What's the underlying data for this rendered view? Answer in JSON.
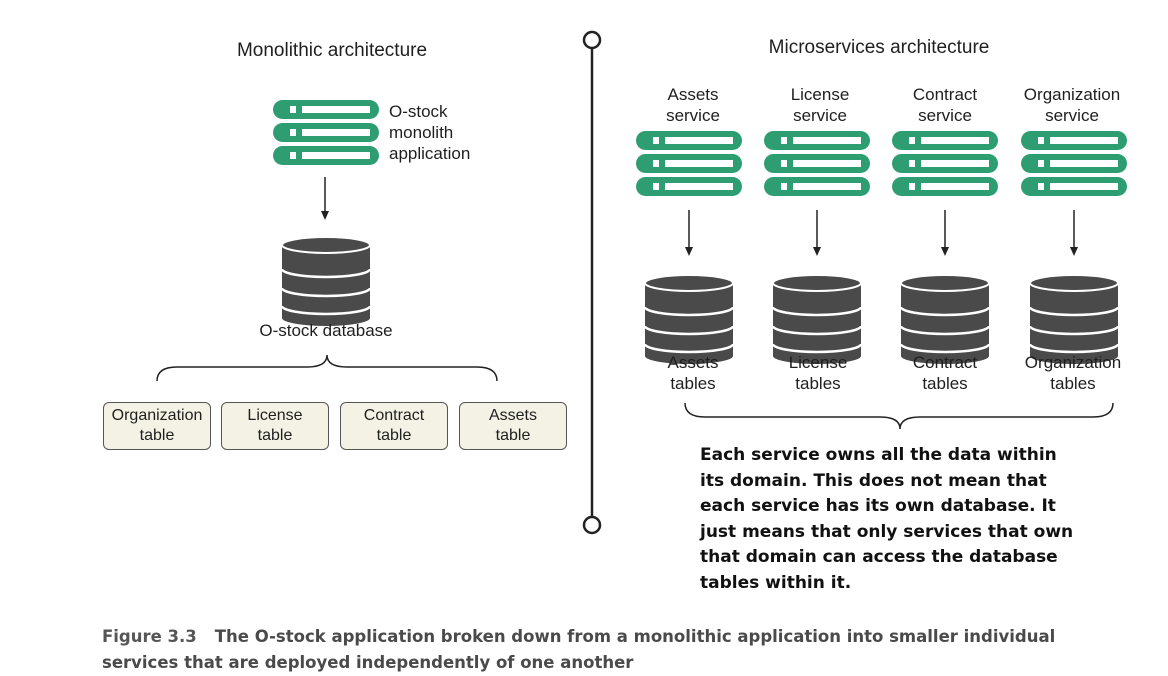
{
  "colors": {
    "server": "#2e9e72",
    "db": "#4a4a4a",
    "table_fill": "#f4f2e4",
    "line": "#222222"
  },
  "monolith": {
    "title": "Monolithic architecture",
    "app_label": "O-stock\nmonolith\napplication",
    "db_label": "O-stock database",
    "tables": [
      "Organization\ntable",
      "License\ntable",
      "Contract\ntable",
      "Assets\ntable"
    ]
  },
  "microservices": {
    "title": "Microservices architecture",
    "services": [
      {
        "service_label": "Assets\nservice",
        "tables_label": "Assets\ntables"
      },
      {
        "service_label": "License\nservice",
        "tables_label": "License\ntables"
      },
      {
        "service_label": "Contract\nservice",
        "tables_label": "Contract\ntables"
      },
      {
        "service_label": "Organization\nservice",
        "tables_label": "Organization\ntables"
      }
    ],
    "note": "Each service owns all the data within its domain. This does not mean that each service has its own database. It just means that only services that own that domain can access the database tables within it."
  },
  "caption": {
    "figure": "Figure 3.3",
    "text": "The O-stock application broken down from a monolithic application into smaller individual services that are deployed independently of one another"
  }
}
